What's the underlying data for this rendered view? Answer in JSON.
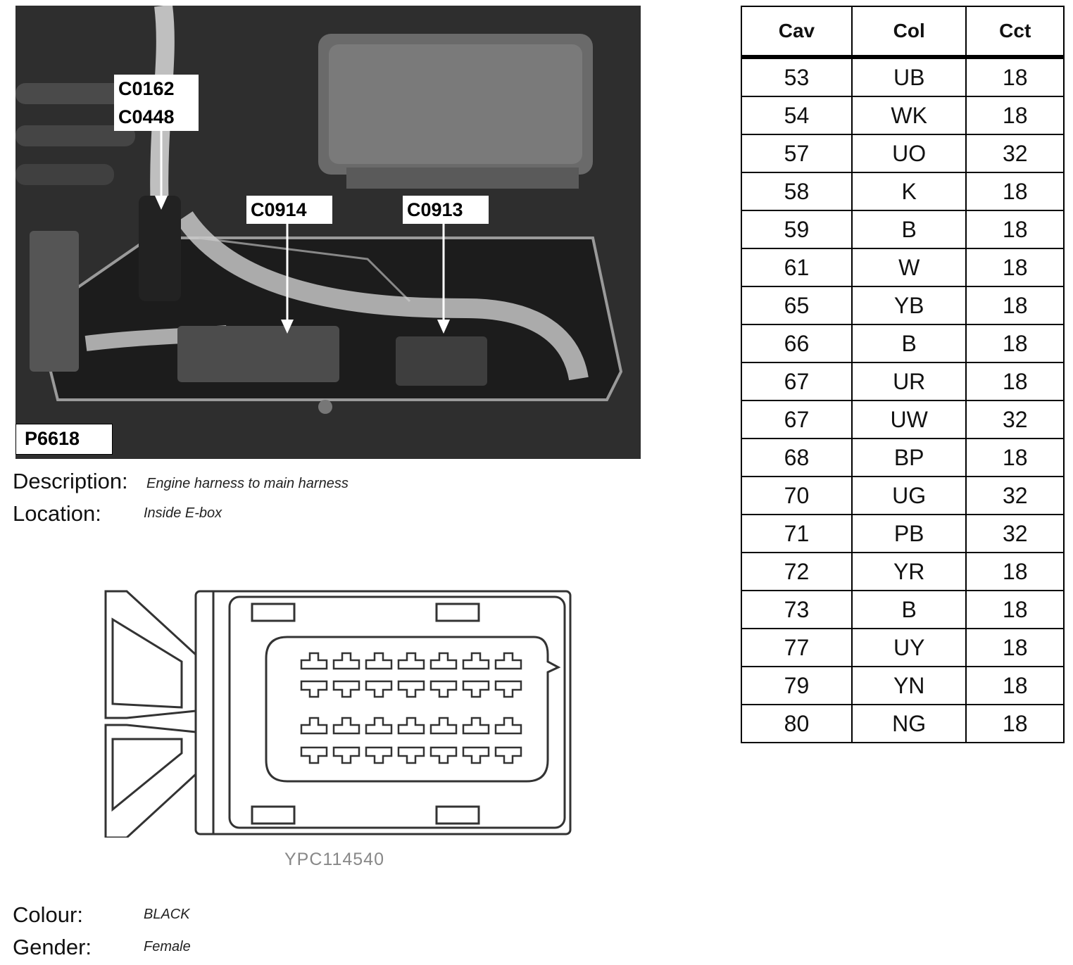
{
  "photo": {
    "reference": "P6618",
    "callouts": {
      "c0162": "C0162",
      "c0448": "C0448",
      "c0914": "C0914",
      "c0913": "C0913"
    }
  },
  "details": {
    "description_label": "Description:",
    "description_value": "Engine harness to main harness",
    "location_label": "Location:",
    "location_value": "Inside E-box",
    "colour_label": "Colour:",
    "colour_value": "BLACK",
    "gender_label": "Gender:",
    "gender_value": "Female"
  },
  "drawing": {
    "code": "YPC114540"
  },
  "pin_table": {
    "headers": [
      "Cav",
      "Col",
      "Cct"
    ],
    "rows": [
      [
        "53",
        "UB",
        "18"
      ],
      [
        "54",
        "WK",
        "18"
      ],
      [
        "57",
        "UO",
        "32"
      ],
      [
        "58",
        "K",
        "18"
      ],
      [
        "59",
        "B",
        "18"
      ],
      [
        "61",
        "W",
        "18"
      ],
      [
        "65",
        "YB",
        "18"
      ],
      [
        "66",
        "B",
        "18"
      ],
      [
        "67",
        "UR",
        "18"
      ],
      [
        "67",
        "UW",
        "32"
      ],
      [
        "68",
        "BP",
        "18"
      ],
      [
        "70",
        "UG",
        "32"
      ],
      [
        "71",
        "PB",
        "32"
      ],
      [
        "72",
        "YR",
        "18"
      ],
      [
        "73",
        "B",
        "18"
      ],
      [
        "77",
        "UY",
        "18"
      ],
      [
        "79",
        "YN",
        "18"
      ],
      [
        "80",
        "NG",
        "18"
      ]
    ]
  }
}
